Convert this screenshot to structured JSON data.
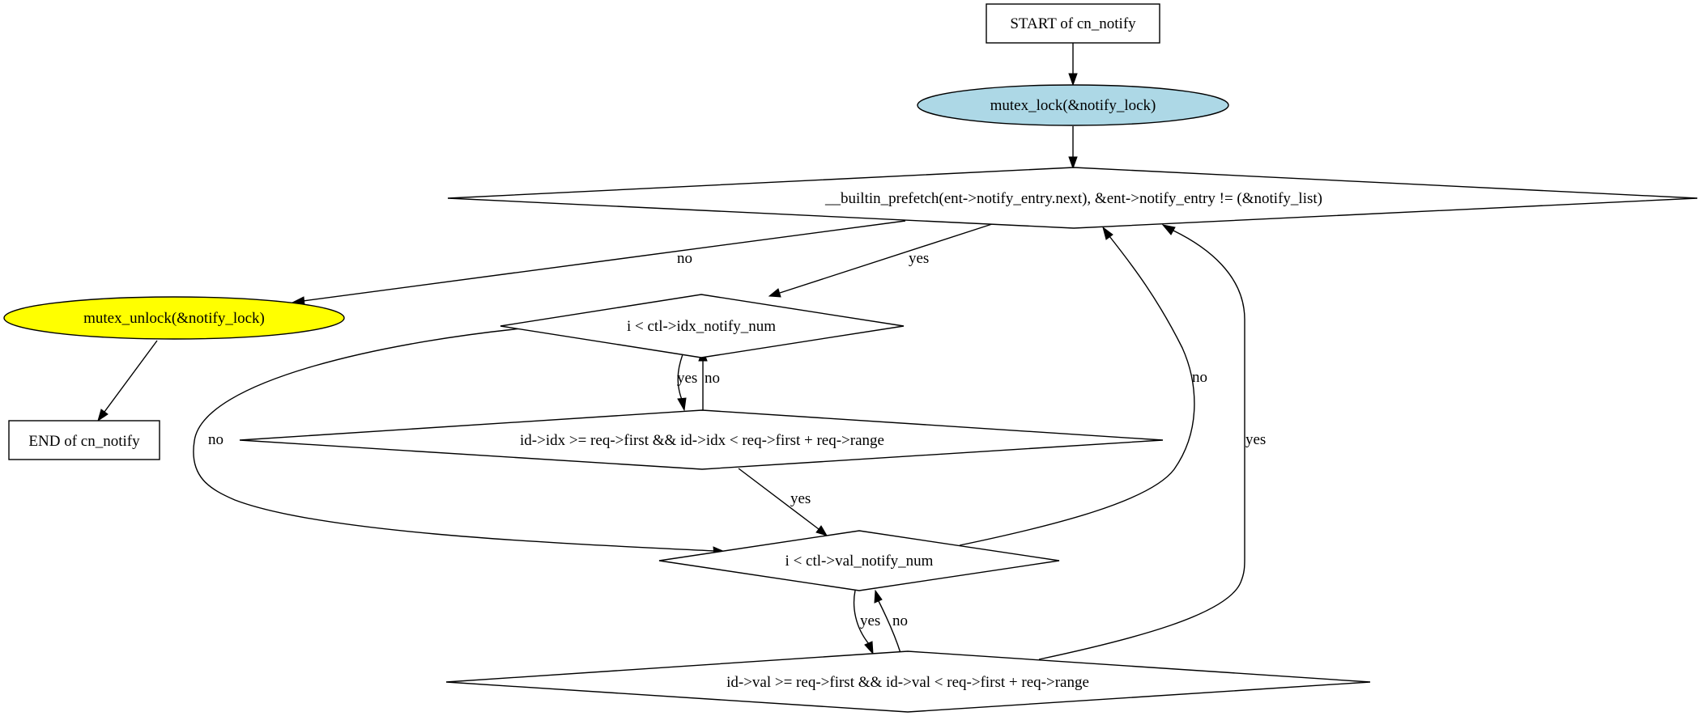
{
  "diagram": {
    "type": "flowchart",
    "function_name": "cn_notify",
    "colors": {
      "lock_fill": "#add8e6",
      "unlock_fill": "#ffff00",
      "default_fill": "#ffffff",
      "stroke": "#000000"
    },
    "nodes": {
      "start": {
        "label": "START of cn_notify",
        "shape": "box"
      },
      "lock": {
        "label": "mutex_lock(&notify_lock)",
        "shape": "ellipse"
      },
      "loop_cond": {
        "label": "__builtin_prefetch(ent->notify_entry.next), &ent->notify_entry != (&notify_list)",
        "shape": "diamond"
      },
      "unlock": {
        "label": "mutex_unlock(&notify_lock)",
        "shape": "ellipse"
      },
      "end": {
        "label": "END of cn_notify",
        "shape": "box"
      },
      "idx_loop": {
        "label": "i < ctl->idx_notify_num",
        "shape": "diamond"
      },
      "idx_check": {
        "label": "id->idx >= req->first && id->idx < req->first + req->range",
        "shape": "diamond"
      },
      "val_loop": {
        "label": "i < ctl->val_notify_num",
        "shape": "diamond"
      },
      "val_check": {
        "label": "id->val >= req->first && id->val < req->first + req->range",
        "shape": "diamond"
      }
    },
    "edges": [
      {
        "from": "start",
        "to": "lock",
        "label": ""
      },
      {
        "from": "lock",
        "to": "loop_cond",
        "label": ""
      },
      {
        "from": "loop_cond",
        "to": "unlock",
        "label": "no"
      },
      {
        "from": "loop_cond",
        "to": "idx_loop",
        "label": "yes"
      },
      {
        "from": "unlock",
        "to": "end",
        "label": ""
      },
      {
        "from": "idx_loop",
        "to": "idx_check",
        "label": "yes"
      },
      {
        "from": "idx_check",
        "to": "idx_loop",
        "label": "no"
      },
      {
        "from": "idx_loop",
        "to": "val_loop",
        "label": "no"
      },
      {
        "from": "idx_check",
        "to": "val_loop",
        "label": "yes"
      },
      {
        "from": "val_loop",
        "to": "val_check",
        "label": "yes"
      },
      {
        "from": "val_check",
        "to": "val_loop",
        "label": "no"
      },
      {
        "from": "val_loop",
        "to": "loop_cond",
        "label": "no"
      },
      {
        "from": "val_check",
        "to": "loop_cond",
        "label": "yes"
      }
    ]
  }
}
